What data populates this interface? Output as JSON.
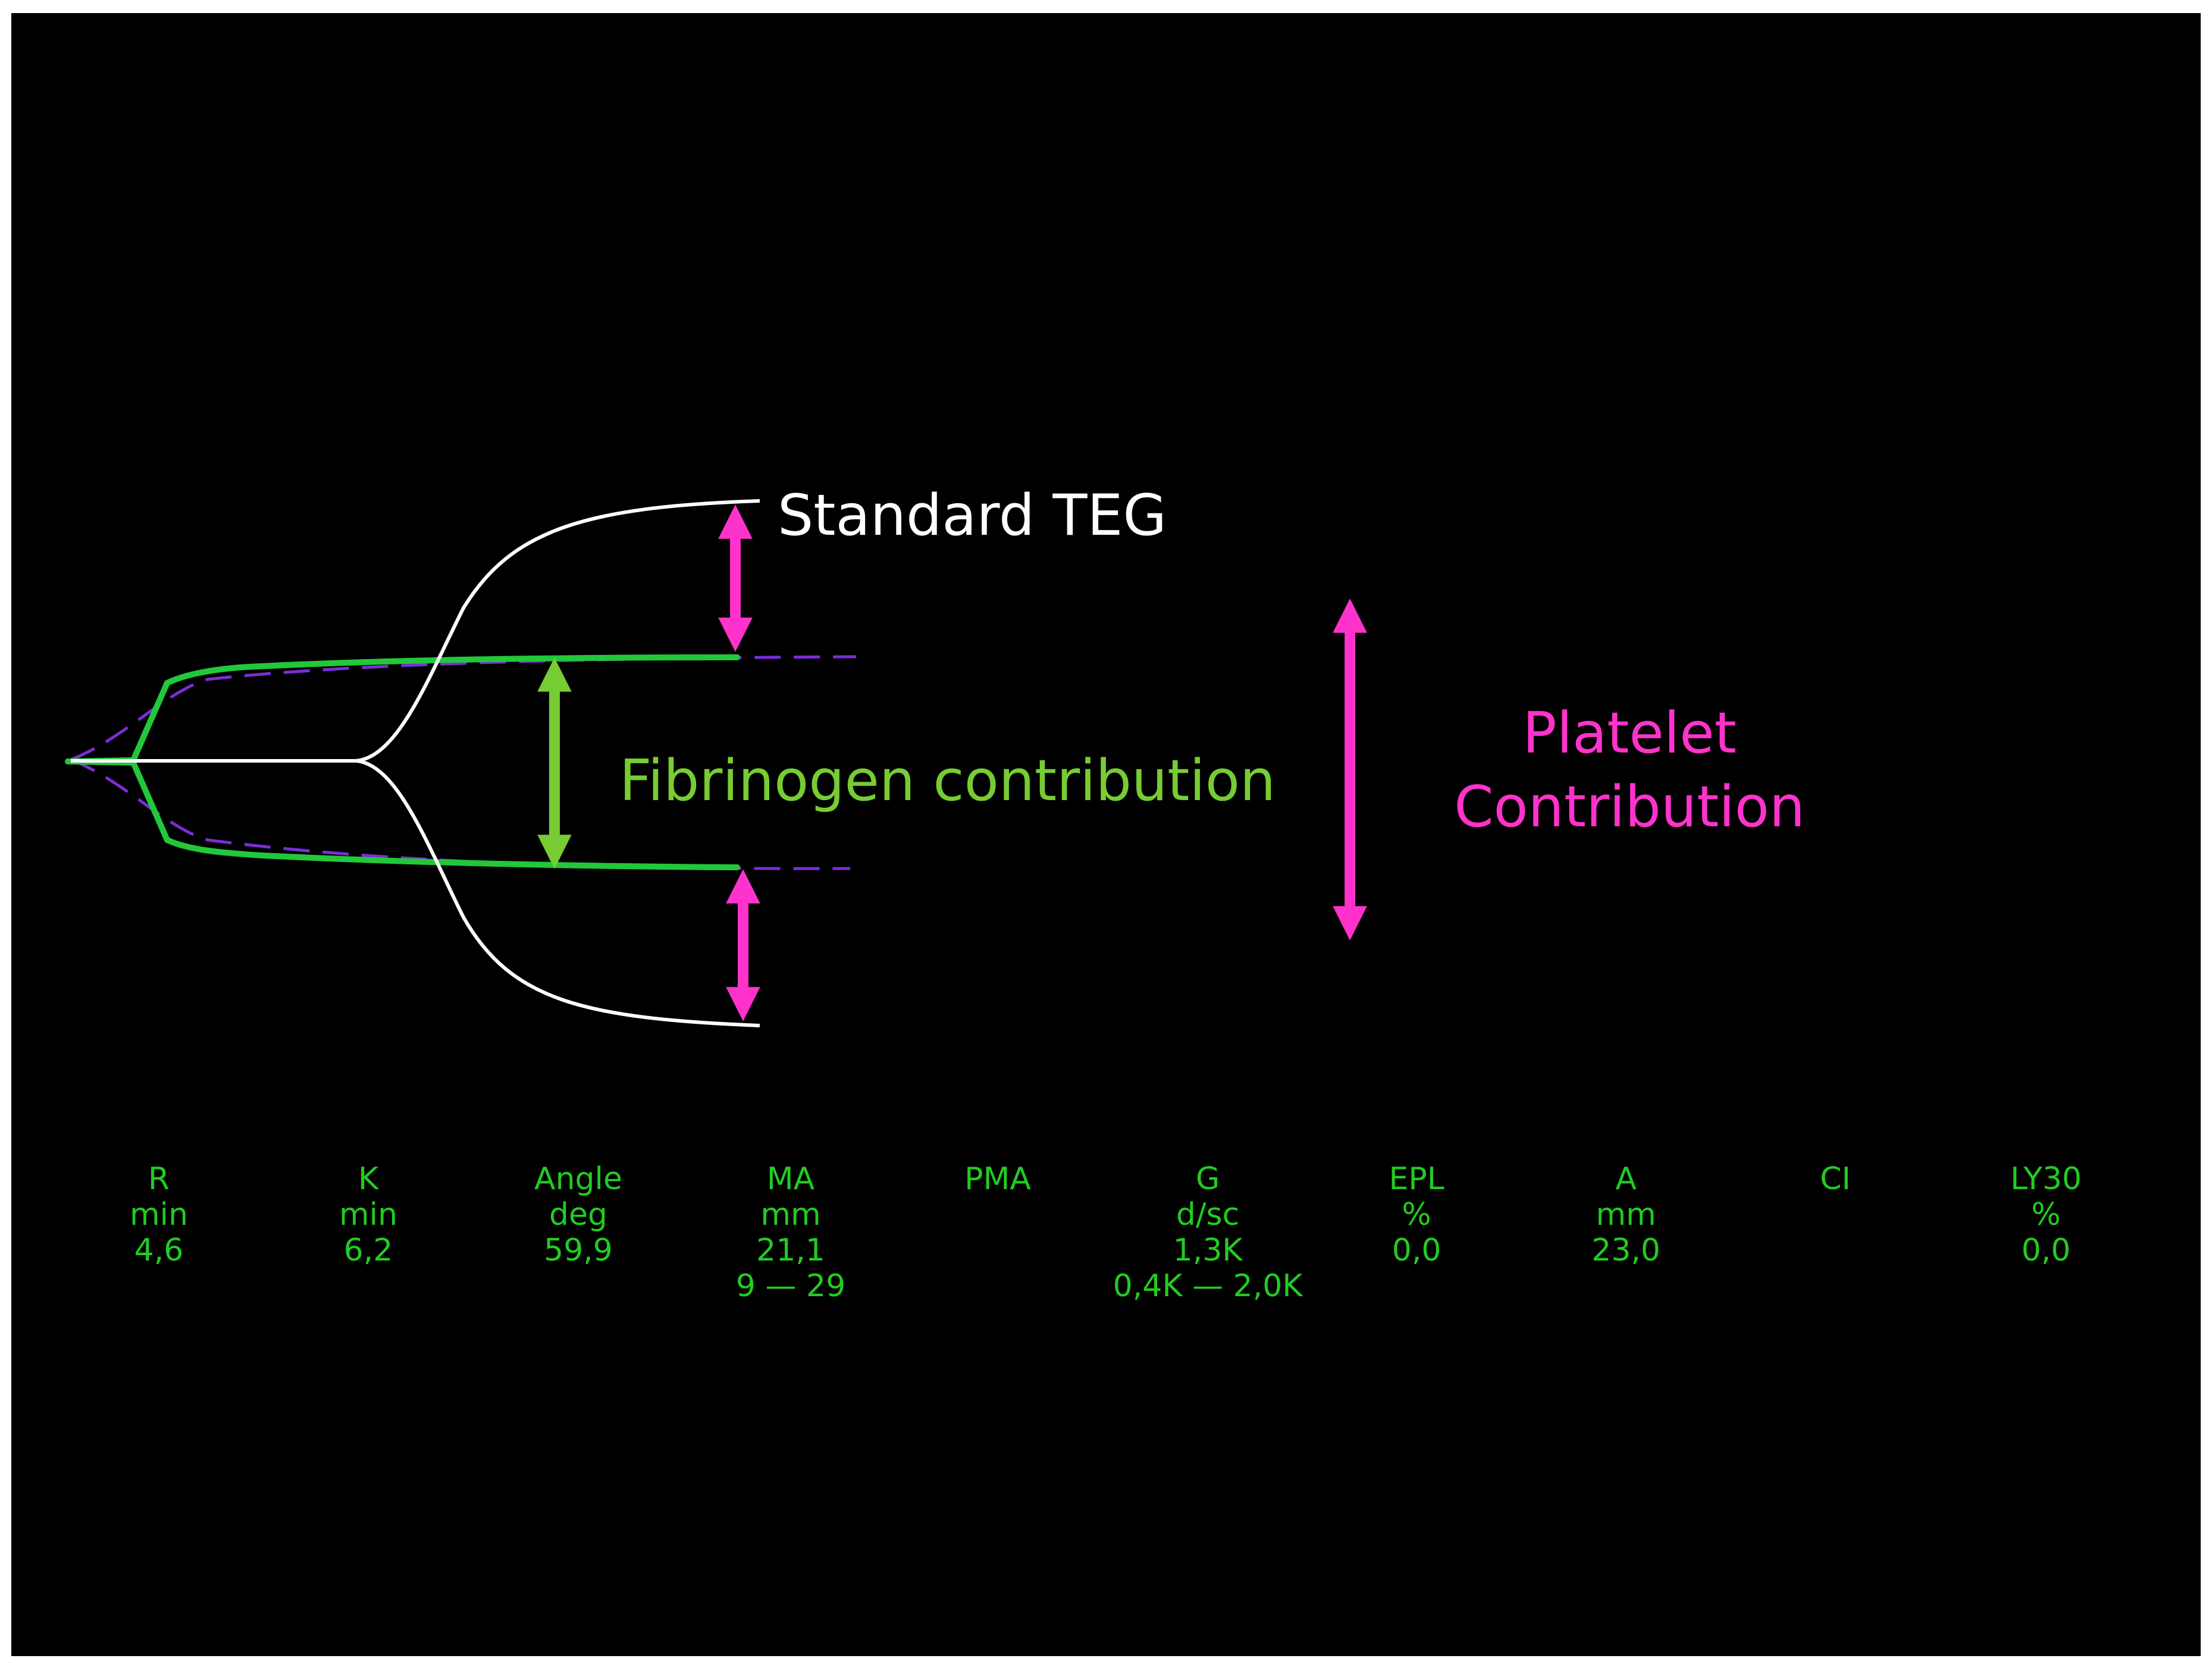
{
  "colors": {
    "background": "#000000",
    "standard_trace": "#ffffff",
    "fibrinogen_trace": "#22c83a",
    "reference_trace": "#7a2ed6",
    "platelet_arrow": "#ff33cc",
    "fibrinogen_arrow": "#77cc33",
    "parameter_text": "#22cc22"
  },
  "labels": {
    "standard": "Standard TEG",
    "fibrinogen": "Fibrinogen contribution",
    "platelet_line1": "Platelet",
    "platelet_line2": "Contribution"
  },
  "parameters": [
    {
      "name": "R",
      "unit": "min",
      "value": "4,6",
      "range": ""
    },
    {
      "name": "K",
      "unit": "min",
      "value": "6,2",
      "range": ""
    },
    {
      "name": "Angle",
      "unit": "deg",
      "value": "59,9",
      "range": ""
    },
    {
      "name": "MA",
      "unit": "mm",
      "value": "21,1",
      "range": "9 — 29"
    },
    {
      "name": "PMA",
      "unit": "",
      "value": "",
      "range": ""
    },
    {
      "name": "G",
      "unit": "d/sc",
      "value": "1,3K",
      "range": "0,4K — 2,0K"
    },
    {
      "name": "EPL",
      "unit": "%",
      "value": "0,0",
      "range": ""
    },
    {
      "name": "A",
      "unit": "mm",
      "value": "23,0",
      "range": ""
    },
    {
      "name": "CI",
      "unit": "",
      "value": "",
      "range": ""
    },
    {
      "name": "LY30",
      "unit": "%",
      "value": "0,0",
      "range": ""
    }
  ]
}
